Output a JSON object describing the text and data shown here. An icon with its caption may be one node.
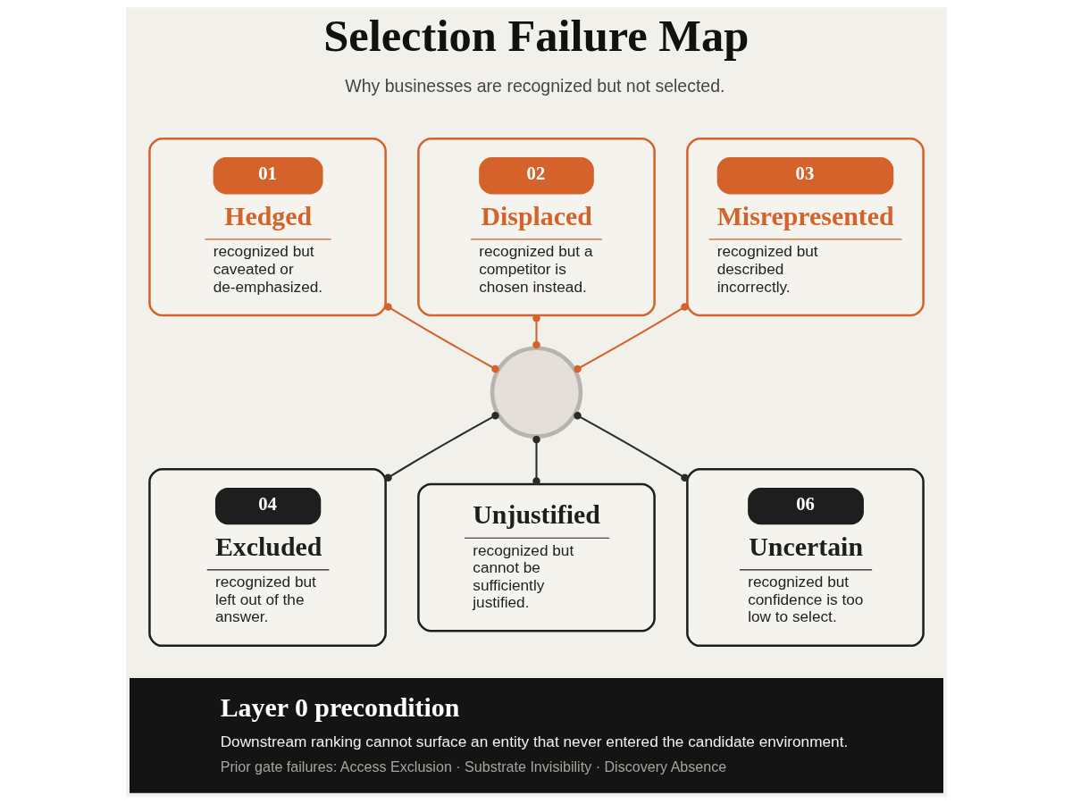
{
  "diagram": {
    "title": "Selection Failure Map",
    "nodes": [
      {
        "text": [
          "01",
          "Hedged",
          "recognized but caveated or de-emphasized."
        ]
      },
      {
        "text": [
          "02",
          "Displaced",
          "recognized but a competitor is chosen instead."
        ]
      },
      {
        "text": [
          "03",
          "Misrepresented",
          "recognized but described incorrectly."
        ]
      },
      {
        "text": [],
        "shape": "circle"
      },
      {
        "text": [
          "04",
          "Excluded",
          "recognized but left out of the answer."
        ]
      },
      {
        "text": [
          "Unjustified",
          "recognized but cannot be sufficiently justified."
        ]
      },
      {
        "text": [
          "06",
          "Uncertain",
          "recognized but confidence is too low to select."
        ]
      },
      {
        "text": [
          "Layer 0 precondition",
          "Downstream ranking cannot surface an entity that never entered the candidate environment.",
          "Prior gate failures: Access Exclusion · Substrate Invisibility · Discovery Absence"
        ]
      }
    ],
    "edges": [
      {
        "from": 0,
        "to": 3,
        "arrow": "other",
        "color": "#d4622a"
      },
      {
        "from": 1,
        "to": 3,
        "arrow": "other",
        "color": "#d4622a"
      },
      {
        "from": 2,
        "to": 3,
        "arrow": "other",
        "color": "#d4622a"
      },
      {
        "from": 3,
        "to": 4,
        "arrow": "other",
        "color": "#2b2b2b"
      },
      {
        "from": 3,
        "to": 5,
        "arrow": "other",
        "color": "#2b2b2b"
      },
      {
        "from": 3,
        "to": 6,
        "arrow": "other",
        "color": "#2b2b2b"
      }
    ],
    "labels": [
      "Why businesses are recognized but not selected."
    ]
  }
}
